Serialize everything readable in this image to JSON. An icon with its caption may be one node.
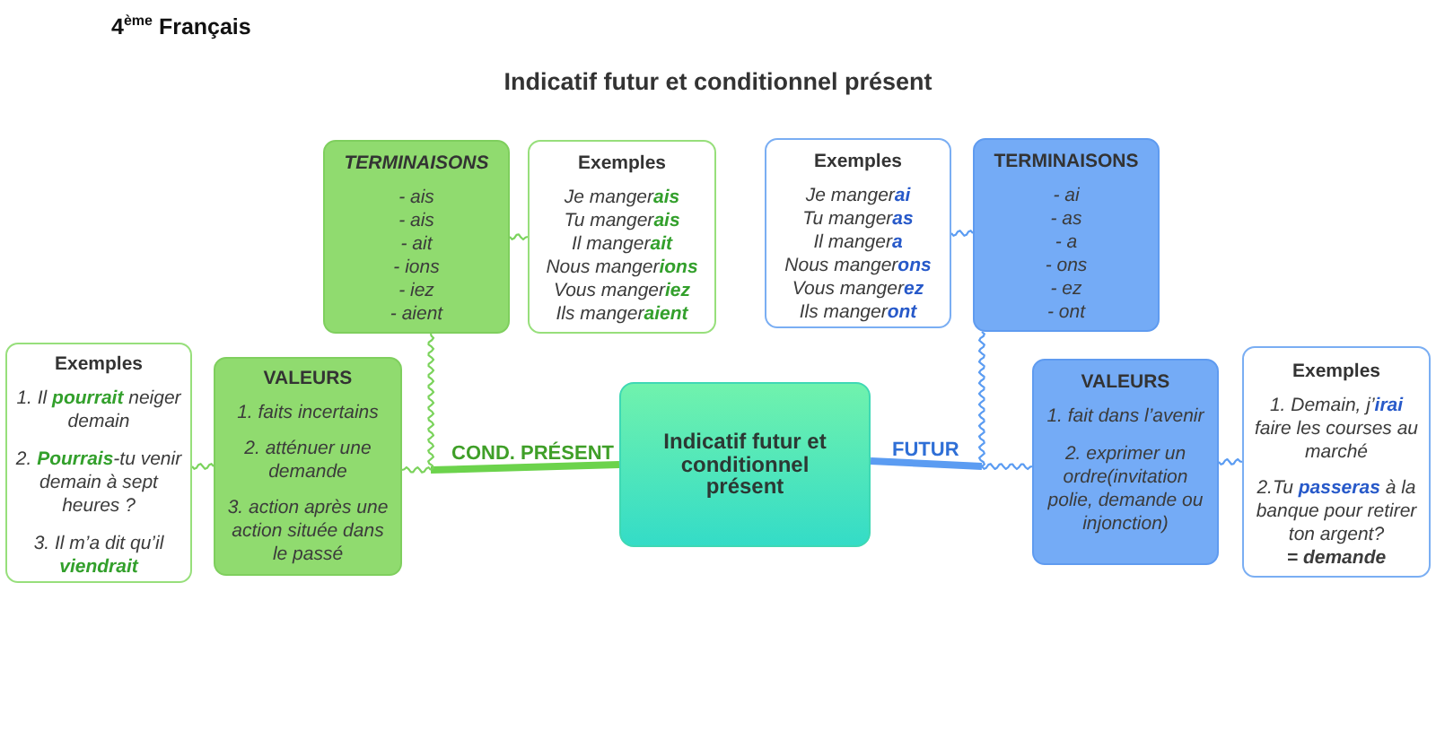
{
  "diagram": {
    "title": "Indicatif futur et conditionnel présent",
    "nodes": [
      {
        "text": [
          "TERMINAISONS",
          "- ais",
          "- ais",
          "- ait",
          "- ions",
          "- iez",
          "- aient"
        ]
      },
      {
        "text": [
          "Exemples",
          "Je manger**ais**",
          "Tu manger**ais**",
          "Il manger**ait**",
          "Nous manger**ions**",
          "Vous manger**iez**",
          "Ils manger**aient**"
        ]
      },
      {
        "text": [
          "Exemples",
          "Je manger**ai**",
          "Tu manger**as**",
          "Il manger**a**",
          "Nous manger**ons**",
          "Vous manger**ez**",
          "Ils manger**ont**"
        ]
      },
      {
        "text": [
          "TERMINAISONS",
          "- ai",
          "- as",
          "- a",
          "- ons",
          "- ez",
          "- ont"
        ]
      },
      {
        "text": [
          "Exemples",
          "1. Il **pourrait** neiger demain",
          "2. **Pourrais**-tu venir demain à sept heures ?",
          "3. Il m’a dit qu’il **viendrait**"
        ]
      },
      {
        "text": [
          "VALEURS",
          "1. faits incertains",
          "2. atténuer une demande",
          "3. action après une action située dans le passé"
        ]
      },
      {
        "text": [
          "COND. PRÉSENT"
        ]
      },
      {
        "text": [
          "Indicatif futur et conditionnel présent"
        ]
      },
      {
        "text": [
          "FUTUR"
        ]
      },
      {
        "text": [
          "VALEURS",
          "1. fait dans l’avenir",
          "2. exprimer un ordre(invitation polie, demande ou injonction)"
        ]
      },
      {
        "text": [
          "Exemples",
          "1. Demain, j’**irai** faire les courses au marché",
          "2.Tu **passeras** à la banque pour retirer ton argent?",
          "= demande"
        ]
      }
    ],
    "edges": [
      {
        "from": 7,
        "to": 6,
        "arrow": "none",
        "style": "thick",
        "color": "#6cd34c"
      },
      {
        "from": 6,
        "to": 0,
        "arrow": "none",
        "color": "#7bd35c"
      },
      {
        "from": 6,
        "to": 5,
        "arrow": "none",
        "color": "#7bd35c"
      },
      {
        "from": 0,
        "to": 1,
        "arrow": "none",
        "color": "#7bd35c"
      },
      {
        "from": 5,
        "to": 4,
        "arrow": "none",
        "color": "#7bd35c"
      },
      {
        "from": 7,
        "to": 8,
        "arrow": "none",
        "style": "thick",
        "color": "#5b9cf2"
      },
      {
        "from": 8,
        "to": 3,
        "arrow": "none",
        "color": "#5b9cf2"
      },
      {
        "from": 8,
        "to": 9,
        "arrow": "none",
        "color": "#5b9cf2"
      },
      {
        "from": 3,
        "to": 2,
        "arrow": "none",
        "color": "#5b9cf2"
      },
      {
        "from": 9,
        "to": 10,
        "arrow": "none",
        "color": "#5b9cf2"
      }
    ],
    "labels": [
      "4$^{ème}$ Français"
    ]
  }
}
